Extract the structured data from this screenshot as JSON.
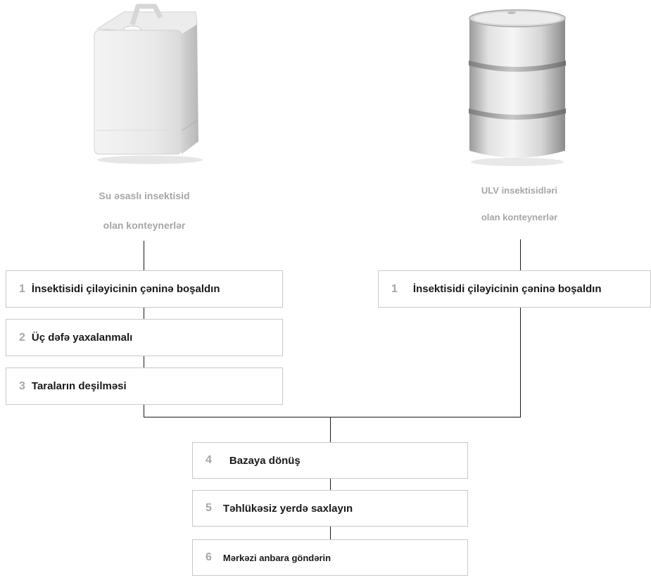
{
  "left_container": {
    "image": "jerrycan-icon",
    "caption_line1": "Su əsaslı insektisid",
    "caption_line2": "olan konteynerlər"
  },
  "right_container": {
    "image": "barrel-drum-icon",
    "caption_line1": "ULV insektisidləri",
    "caption_line2": "olan konteynerlər"
  },
  "left_steps": [
    {
      "number": "1",
      "label": "İnsektisidi çiləyicinin çəninə boşaldın"
    },
    {
      "number": "2",
      "label": "Üç dəfə yaxalanmalı"
    },
    {
      "number": "3",
      "label": "Taraların deşilməsi"
    }
  ],
  "right_steps": [
    {
      "number": "1",
      "label": "İnsektisidi çiləyicinin çəninə boşaldın"
    }
  ],
  "common_steps": [
    {
      "number": "4",
      "label": "Bazaya dönüş"
    },
    {
      "number": "5",
      "label": "Təhlükəsiz yerdə saxlayın"
    },
    {
      "number": "6",
      "label": "Mərkəzi anbara göndərin"
    }
  ],
  "colors": {
    "step_number": "#a6a6a6",
    "caption": "#a6a6a6",
    "box_border": "#c8c8c8",
    "connector": "#1a1a1a"
  }
}
